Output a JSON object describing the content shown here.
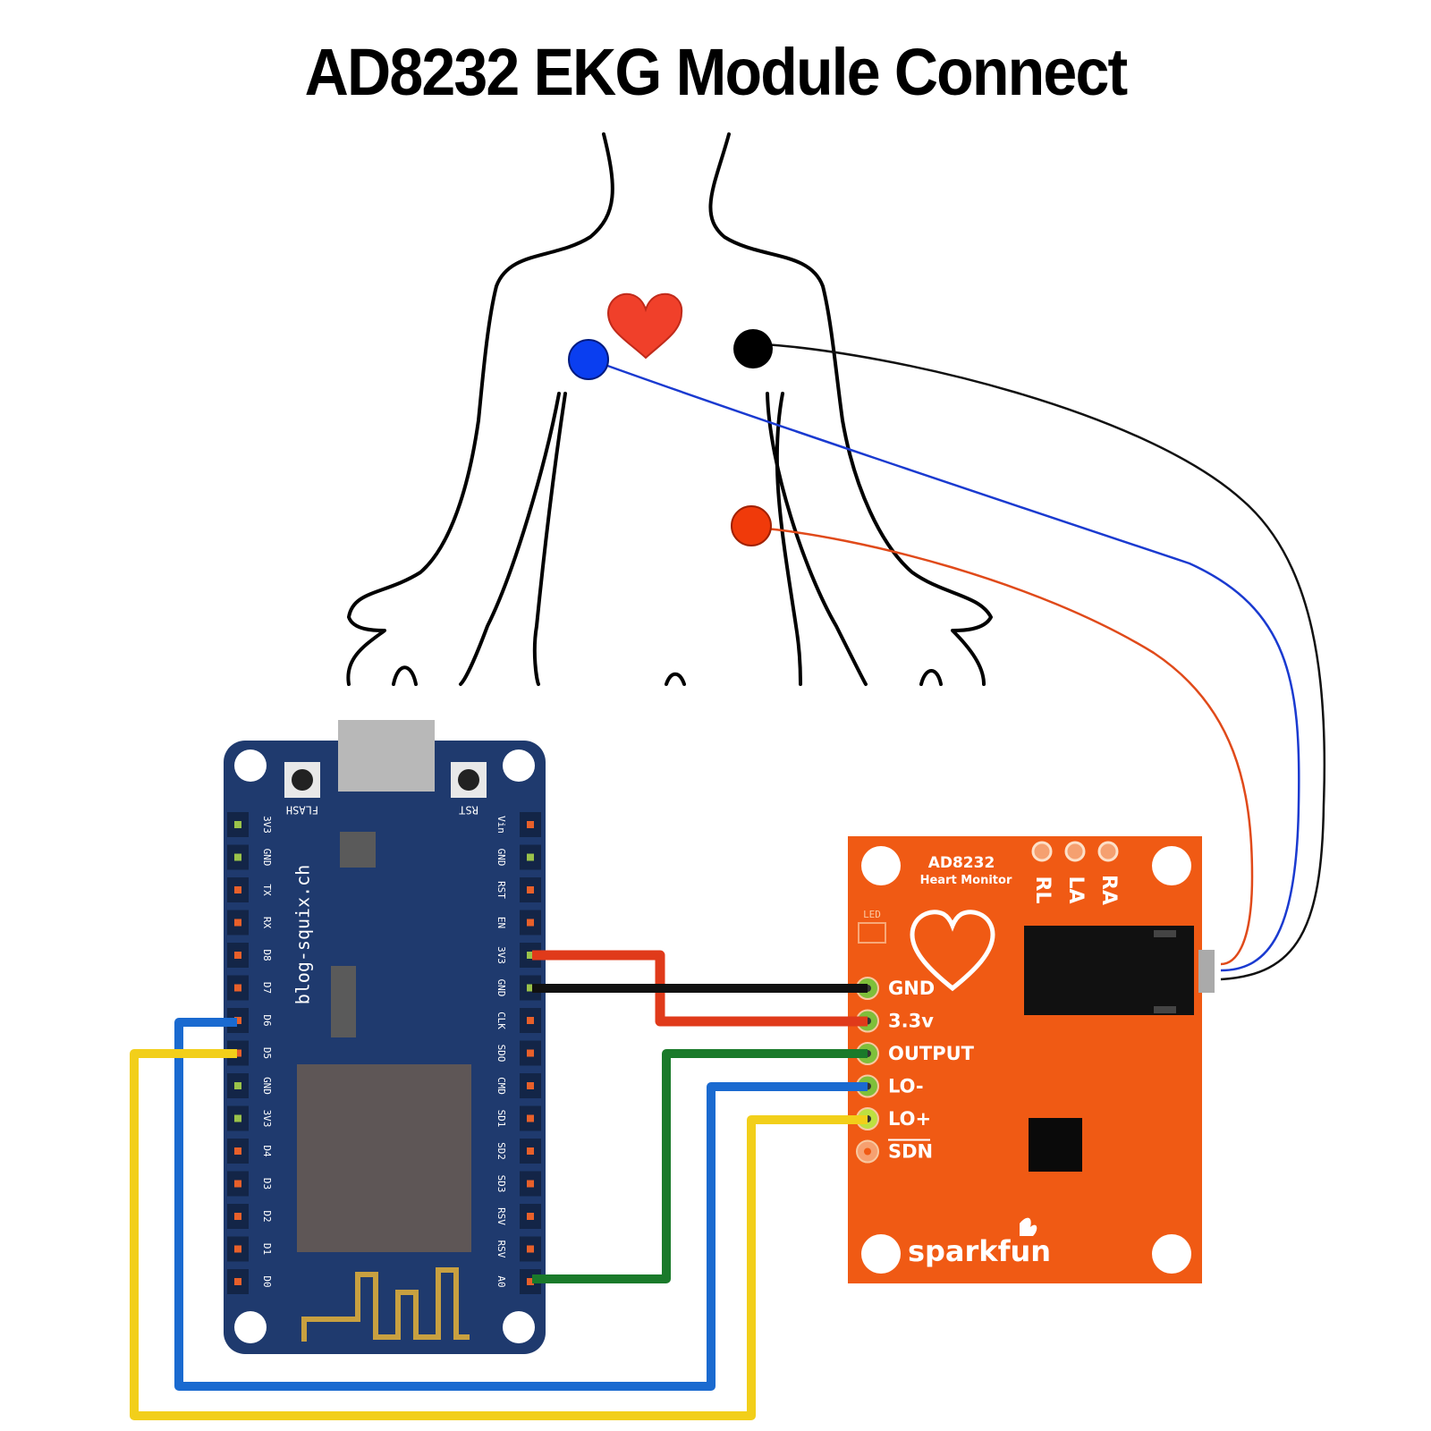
{
  "title": "AD8232 EKG Module Connect",
  "nodemcu": {
    "buttons": [
      "FLASH",
      "RST"
    ],
    "credit": "blog-squix.ch",
    "left_pins": [
      "3V3",
      "GND",
      "TX",
      "RX",
      "D8",
      "D7",
      "D6",
      "D5",
      "GND",
      "3V3",
      "D4",
      "D3",
      "D2",
      "D1",
      "D0"
    ],
    "right_pins": [
      "Vin",
      "GND",
      "RST",
      "EN",
      "3V3",
      "GND",
      "CLK",
      "SDO",
      "CMD",
      "SD1",
      "SD2",
      "SD3",
      "RSV",
      "RSV",
      "A0"
    ]
  },
  "ad8232": {
    "name": "AD8232",
    "subtitle": "Heart Monitor",
    "led_label": "LED",
    "electrode_pins": [
      "RL",
      "LA",
      "RA"
    ],
    "pins": [
      "GND",
      "3.3v",
      "OUTPUT",
      "LO-",
      "LO+",
      "SDN"
    ],
    "brand": "sparkfun"
  },
  "colors": {
    "board_blue": "#1f3a6e",
    "sparkfun_orange": "#f05a14",
    "wire_red": "#e03a1a",
    "wire_black": "#111111",
    "wire_green": "#1a7a2a",
    "wire_blue": "#1a6ad0",
    "wire_yellow": "#f2cf1a",
    "electrode_blue": "#0a3ef0",
    "electrode_red": "#f03a0a",
    "heart": "#f0402a"
  }
}
